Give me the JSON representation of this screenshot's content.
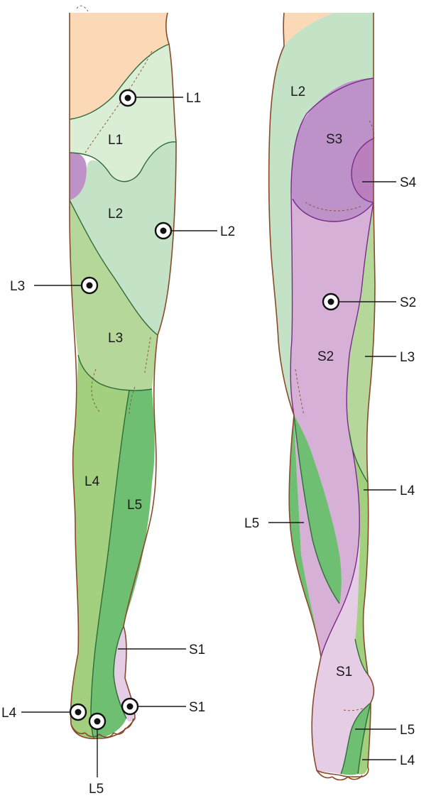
{
  "colors": {
    "skin": "#fbd9b6",
    "L1": "#daeed6",
    "L2": "#c4e2c6",
    "L3": "#b5d89a",
    "L4": "#a2d07e",
    "L5": "#6fbf72",
    "S1": "#e6cde6",
    "S2": "#d6b0d6",
    "S3": "#bd92c9",
    "S4": "#b980bd",
    "outline": "#8a4a2a"
  },
  "anterior": {
    "regions": {
      "L1": "L1",
      "L2": "L2",
      "L3": "L3",
      "L4": "L4",
      "L5": "L5"
    },
    "callouts": {
      "L1": "L1",
      "L2": "L2",
      "L3": "L3",
      "S1_upper": "S1",
      "S1_lower": "S1",
      "L4": "L4",
      "L5": "L5"
    }
  },
  "posterior": {
    "regions": {
      "L2": "L2",
      "S3": "S3",
      "S2": "S2",
      "S1": "S1"
    },
    "callouts": {
      "S4": "S4",
      "S2": "S2",
      "L3": "L3",
      "L4_upper": "L4",
      "L5_left": "L5",
      "L5_lower": "L5",
      "L4_lower": "L4"
    }
  }
}
